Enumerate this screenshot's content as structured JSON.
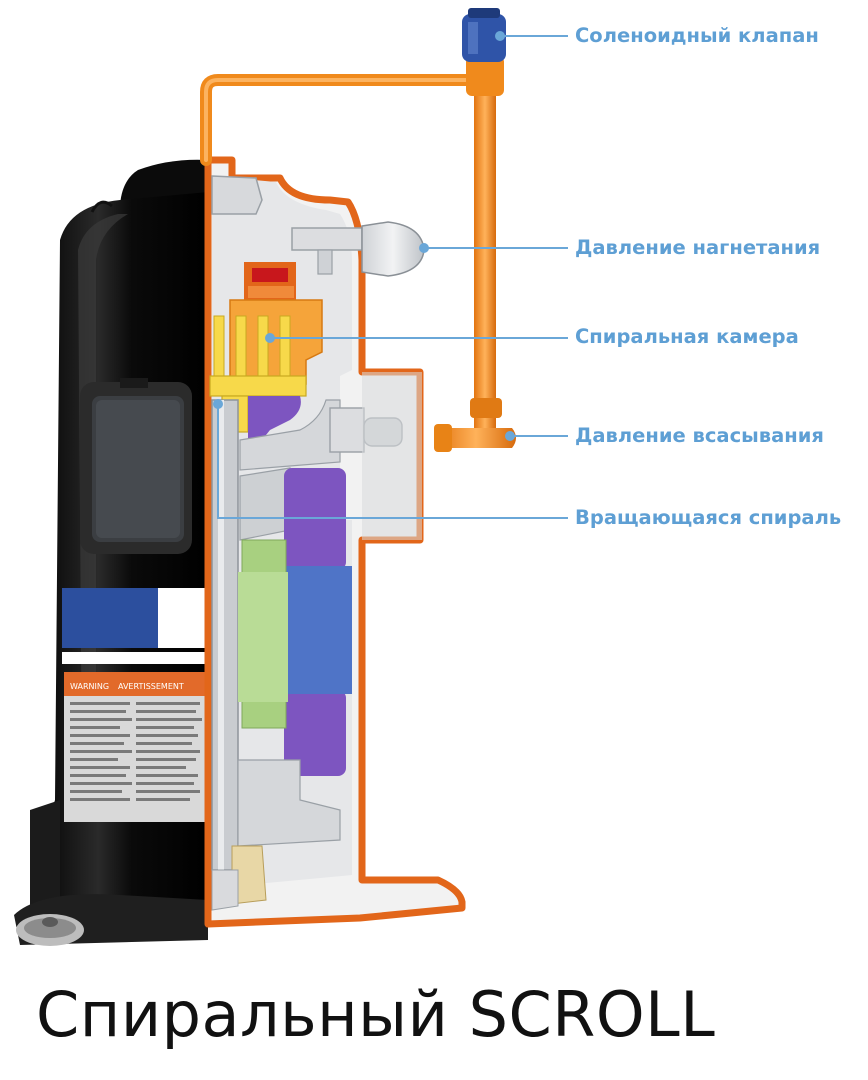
{
  "title": "Спиральный SCROLL",
  "labels": {
    "solenoid": "Соленоидный клапан",
    "discharge": "Давление нагнетания",
    "scroll_chamber": "Спиральная камера",
    "suction": "Давление всасывания",
    "orbiting_scroll": "Вращающаяся спираль"
  },
  "warning_label": {
    "left": "WARNING",
    "right": "AVERTISSEMENT"
  },
  "colors": {
    "label": "#5e9fd4",
    "leader": "#6aa7d8",
    "pipe": "#f08a1c",
    "shell_outline": "#e2661a",
    "valve": "#2f54a8",
    "chamber_yellow": "#f7d94a",
    "chamber_orange": "#f5a43a",
    "motor_purple": "#7d55c0",
    "motor_blue": "#4f74c7",
    "rotor_green": "#a8d080"
  }
}
